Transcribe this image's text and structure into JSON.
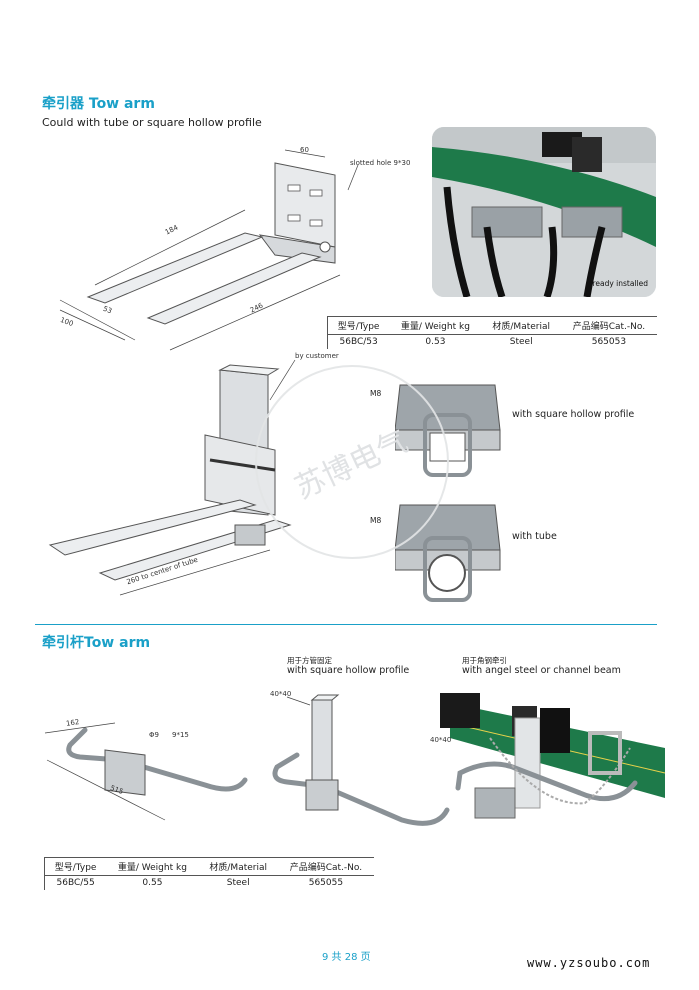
{
  "section1": {
    "title": "牵引器 Tow arm",
    "subtitle": "Could with tube or square hollow profile",
    "dims": {
      "d60": "60",
      "slotted": "slotted hole 9*30",
      "d184": "184",
      "d53": "53",
      "d100": "100",
      "d246": "246",
      "d260": "260 to center of tube"
    },
    "by_customer": "by customer",
    "photo_caption": "ready installed",
    "m8_a": "M8",
    "m8_b": "M8",
    "square_label": "with square hollow profile",
    "tube_label": "with tube",
    "table": {
      "headers": [
        "型号/Type",
        "重量/ Weight kg",
        "材质/Material",
        "产品编码Cat.-No."
      ],
      "row": [
        "56BC/53",
        "0.53",
        "Steel",
        "565053"
      ]
    }
  },
  "section2": {
    "title": "牵引杆Tow arm",
    "dims": {
      "d162": "162",
      "phi9": "Φ9",
      "d915": "9*15",
      "d515": "515",
      "d4040a": "40*40",
      "d4040b": "40*40"
    },
    "square_cn": "用于方管固定",
    "square_en": "with square hollow profile",
    "angle_cn": "用于角钢牵引",
    "angle_en": "with angel steel or channel beam",
    "table": {
      "headers": [
        "型号/Type",
        "重量/ Weight kg",
        "材质/Material",
        "产品编码Cat.-No."
      ],
      "row": [
        "56BC/55",
        "0.55",
        "Steel",
        "565055"
      ]
    }
  },
  "watermark": "苏博电气",
  "footer": {
    "page": "9 共 28 页",
    "site": "www.yzsoubo.com"
  },
  "colors": {
    "accent": "#1aa0c8",
    "rail": "#1e7a4a"
  }
}
